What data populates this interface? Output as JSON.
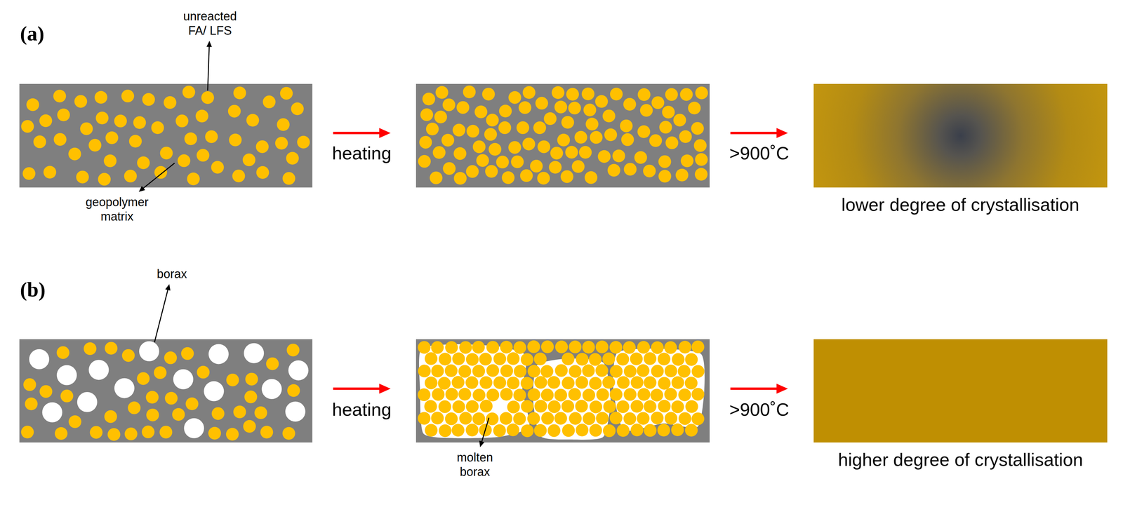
{
  "diagram": {
    "labels": [
      "(a)",
      "unreacted FA/ LFS",
      "geopolymer matrix",
      "heating",
      ">900˚C",
      "lower degree of crystallisation",
      "(b)",
      "borax",
      "heating",
      "molten borax",
      ">900˚C",
      "higher degree of crystallisation"
    ]
  }
}
